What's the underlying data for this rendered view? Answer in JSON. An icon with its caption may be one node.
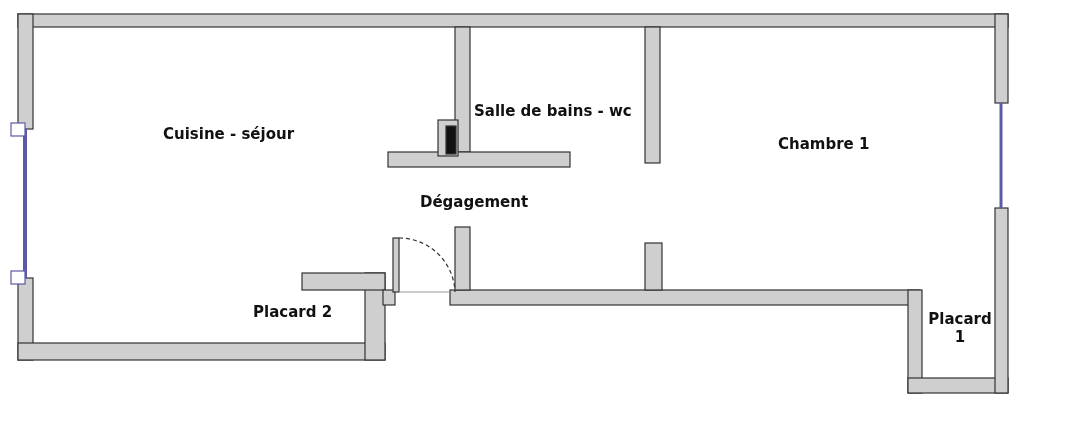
{
  "diagram": {
    "labels": [
      "Cuisine - séjour",
      "Salle de bains - wc",
      "Chambre 1",
      "Dégagement",
      "Placard 2",
      "Placard 1"
    ]
  }
}
